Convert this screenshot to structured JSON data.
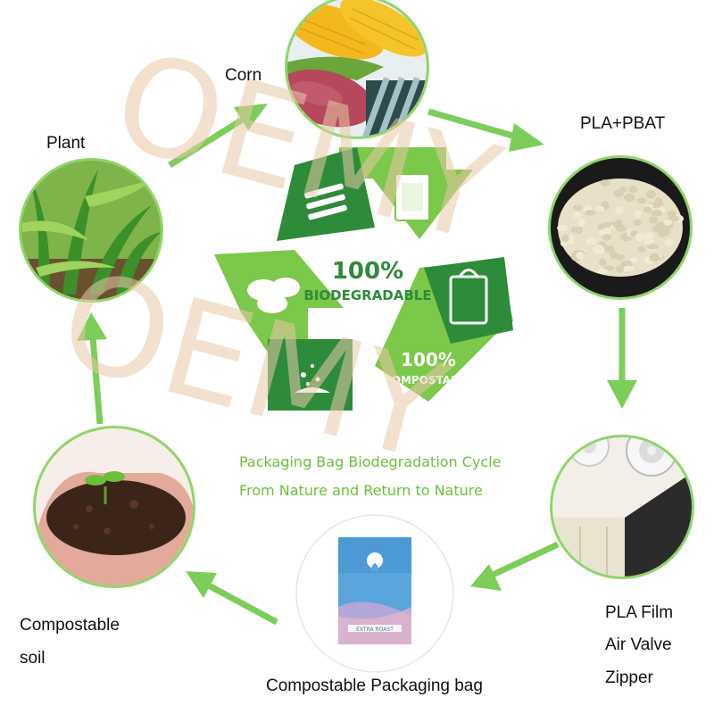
{
  "labels": {
    "corn": "Corn",
    "plant": "Plant",
    "pla_pbat": "PLA+PBAT",
    "compostable_soil_1": "Compostable",
    "compostable_soil_2": "soil",
    "pla_film": "PLA Film",
    "air_valve": "Air Valve",
    "zipper": "Zipper",
    "bag": "Compostable Packaging bag"
  },
  "center": {
    "pct_1": "100%",
    "biodegradable": "BIODEGRADABLE",
    "pct_2": "100%",
    "compostable": "COMPOSTABLE",
    "caption_1": "Packaging Bag Biodegradation Cycle",
    "caption_2": "From Nature and Return to Nature"
  },
  "watermark": "OEMY",
  "bag_label": "EXTRA ROAST",
  "colors": {
    "green_dark": "#2e8b3a",
    "green_mid": "#4caf3f",
    "green_light": "#7cc84a",
    "arrow": "#7ccd5a",
    "watermark": "#e8c9a8"
  }
}
